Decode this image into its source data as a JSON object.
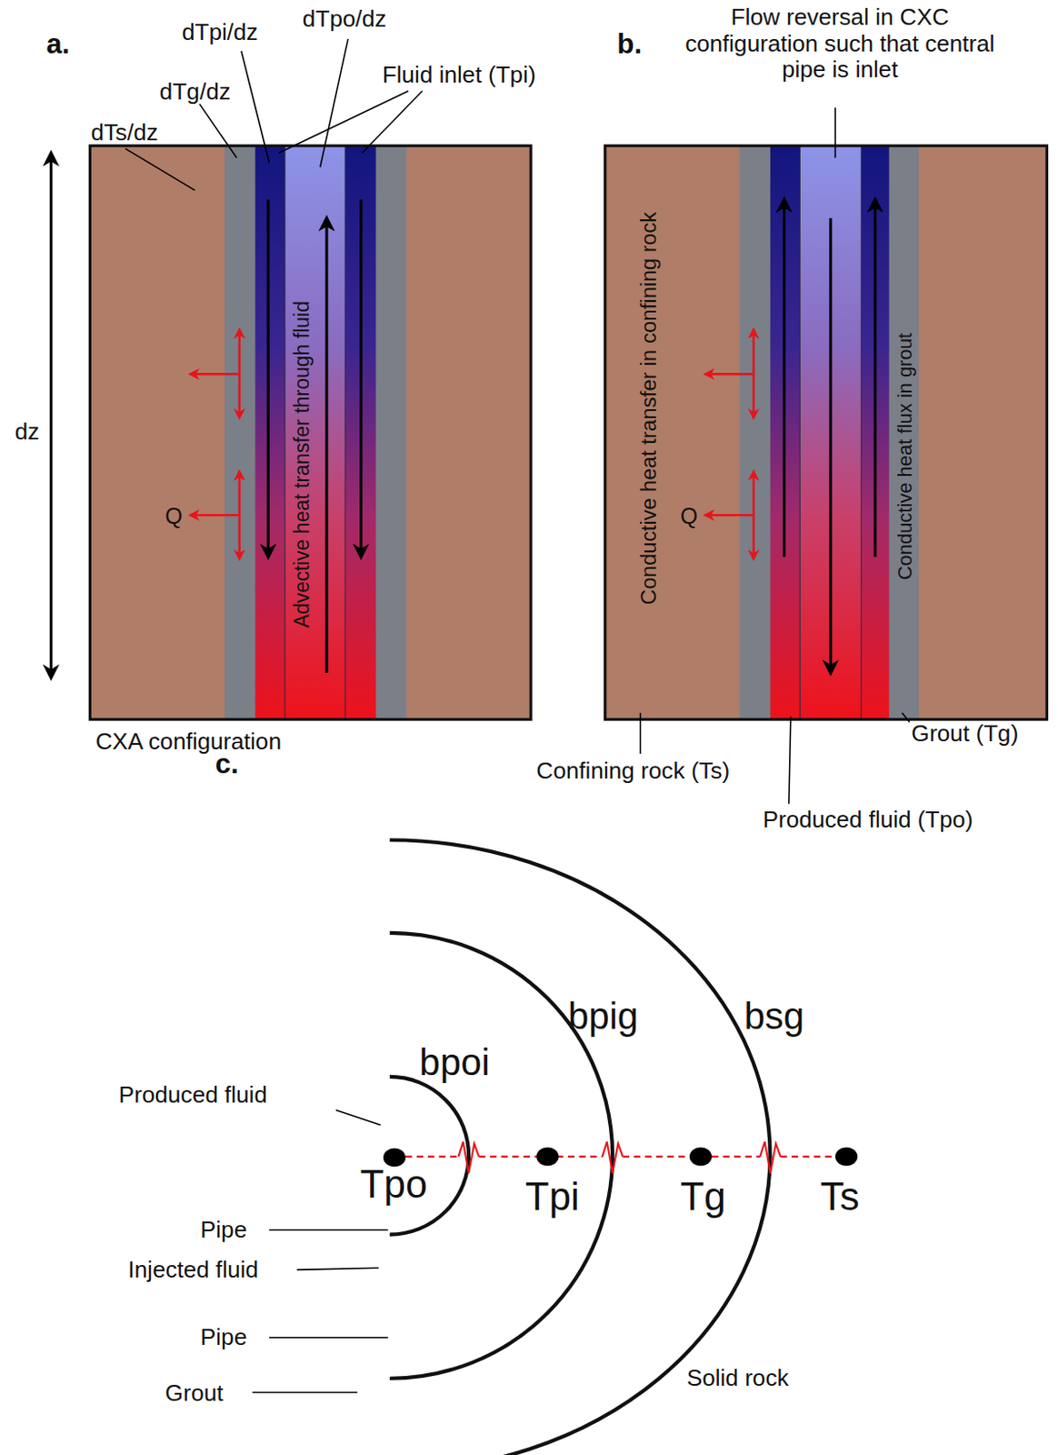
{
  "diagram": {
    "labels": [
      "a.",
      "dTpi/dz",
      "dTpo/dz",
      "Fluid inlet (Tpi)",
      "dTg/dz",
      "dTs/dz",
      "dz",
      "Advective heat transfer through fluid",
      "Q",
      "CXA configuration",
      "b.",
      "Flow reversal in CXC configuration such that central pipe is inlet",
      "Conductive heat transfer in confining rock",
      "Conductive heat flux in grout",
      "Q",
      "Confining rock (Ts)",
      "Grout (Tg)",
      "Produced fluid (Tpo)",
      "c.",
      "bpoi",
      "bpig",
      "bsg",
      "Produced fluid",
      "Tpo",
      "Tpi",
      "Tg",
      "Ts",
      "Pipe",
      "Injected fluid",
      "Pipe",
      "Grout",
      "Solid rock"
    ]
  }
}
